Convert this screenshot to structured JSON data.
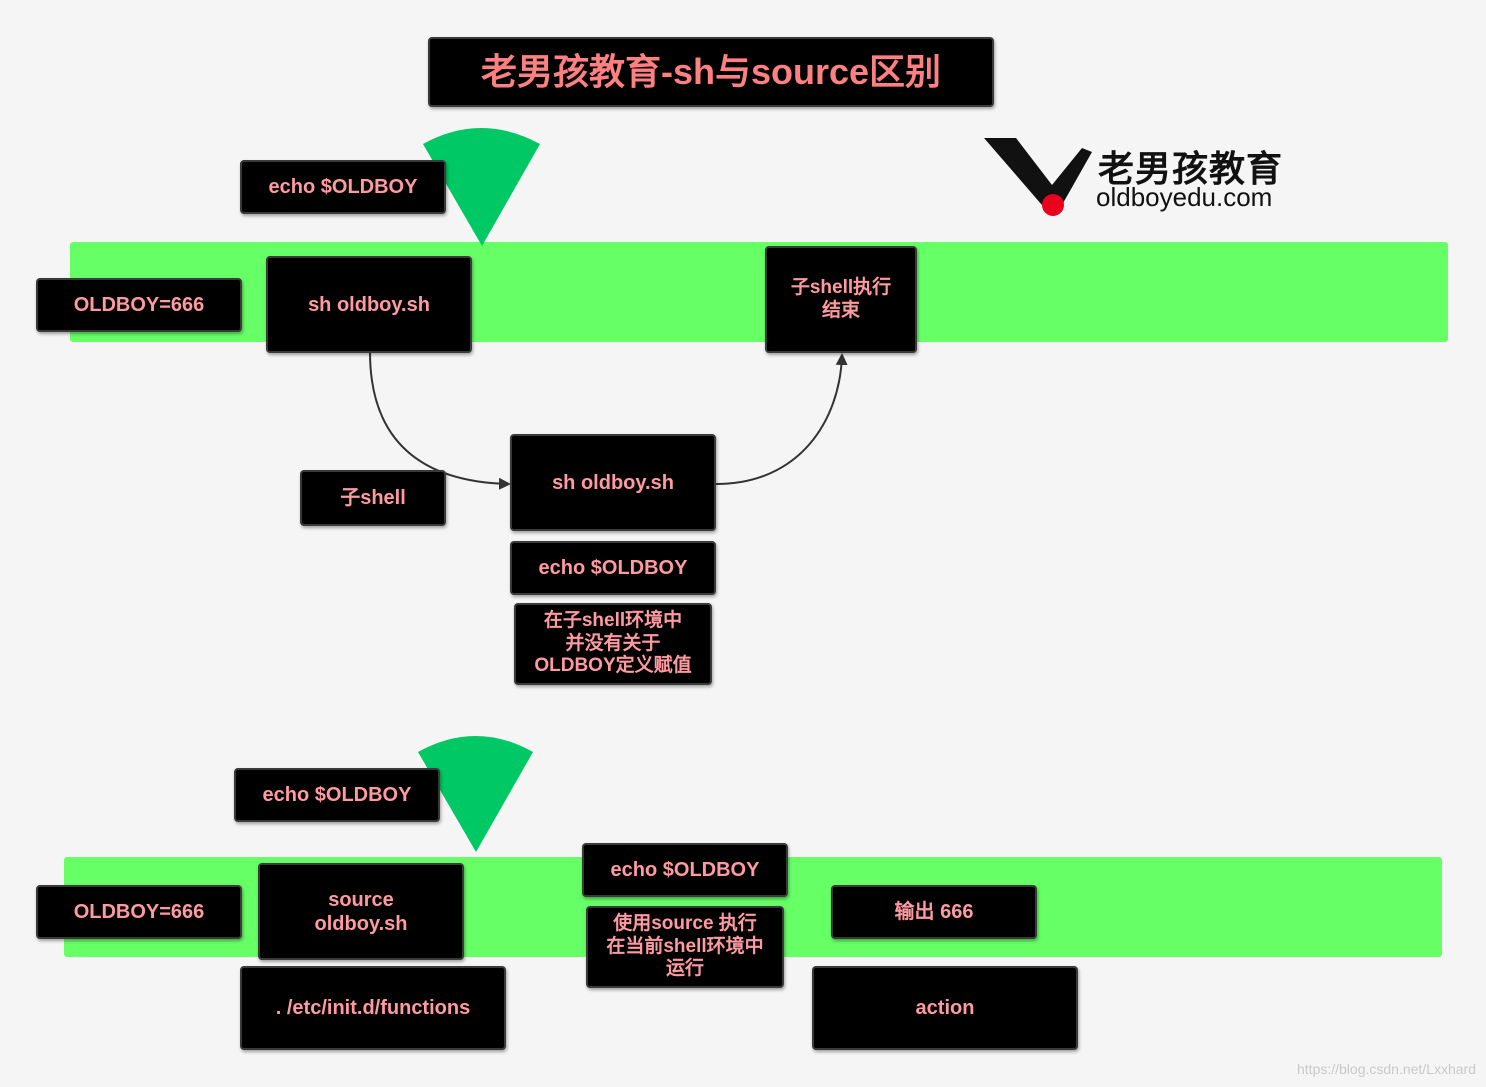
{
  "title": "老男孩教育-sh与source区别",
  "logo": {
    "name_cn": "老男孩教育",
    "url": "oldboyedu.com"
  },
  "colors": {
    "band": "#66ff66",
    "box_bg": "#000000",
    "text": "#ff9aa0",
    "marker": "#00c864",
    "logo_dot": "#e8001c"
  },
  "top": {
    "echo_label": "echo $OLDBOY",
    "var_label": "OLDBOY=666",
    "sh_label": "sh   oldboy.sh",
    "end_label": "子shell执行\n结束",
    "subshell_label": "子shell",
    "sub_sh_label": "sh   oldboy.sh",
    "sub_echo_label": "echo $OLDBOY",
    "note_label": "在子shell环境中\n并没有关于\nOLDBOY定义赋值"
  },
  "bottom": {
    "echo_label": "echo $OLDBOY",
    "var_label": "OLDBOY=666",
    "source_label": "source\n  oldboy.sh",
    "functions_label": ".   /etc/init.d/functions",
    "mid_echo_label": "echo $OLDBOY",
    "note_label": "使用source 执行\n在当前shell环境中\n运行",
    "output_label": "输出 666",
    "action_label": "action"
  },
  "watermark": "https://blog.csdn.net/Lxxhard"
}
